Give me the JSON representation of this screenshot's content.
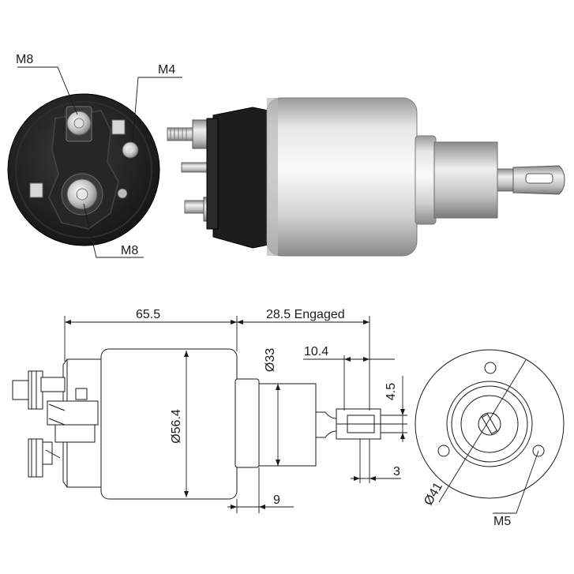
{
  "labels": {
    "terminal_top": "M8",
    "terminal_small": "M4",
    "terminal_bottom": "M8",
    "length": "65.5",
    "stroke": "28.5 Engaged",
    "plunger_dia": "Ø33",
    "body_dia": "Ø56.4",
    "tab_length": "10.4",
    "slot_width": "4.5",
    "tab_thickness": "3",
    "flange": "9",
    "bolt_circle": "Ø41",
    "mount_thread": "M5"
  },
  "colors": {
    "line": "#1a1a1a",
    "cap_black": "#1c1c1c",
    "silver_light": "#f4f4f4",
    "silver_mid": "#c9c9c9",
    "silver_dark": "#8e8e8e"
  }
}
